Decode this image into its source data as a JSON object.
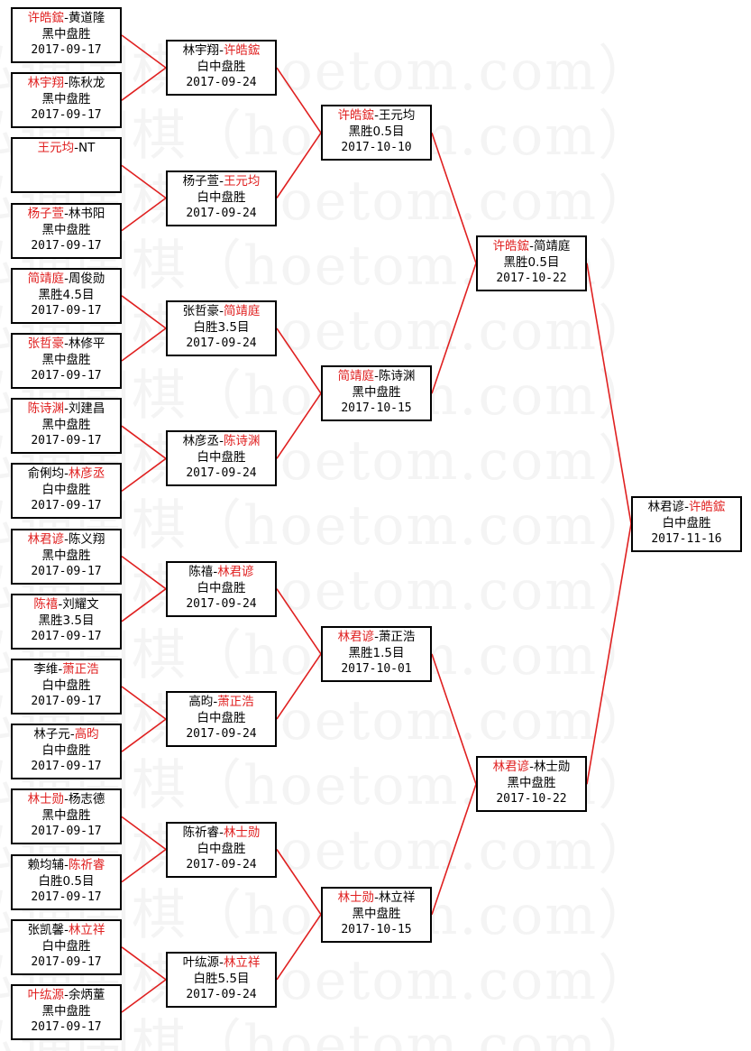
{
  "watermark": "弘通围棋（hoetom.com）",
  "colors": {
    "winner": "#e02020",
    "line": "#e02020",
    "border": "#000000"
  },
  "bracket": {
    "round1": [
      {
        "p1": "许皓鋐",
        "p2": "黄道隆",
        "winner": 1,
        "result": "黑中盘胜",
        "date": "2017-09-17"
      },
      {
        "p1": "林宇翔",
        "p2": "陈秋龙",
        "winner": 1,
        "result": "黑中盘胜",
        "date": "2017-09-17"
      },
      {
        "p1": "王元均",
        "p2": "NT",
        "winner": 1,
        "result": "",
        "date": ""
      },
      {
        "p1": "杨子萱",
        "p2": "林书阳",
        "winner": 1,
        "result": "黑中盘胜",
        "date": "2017-09-17"
      },
      {
        "p1": "简靖庭",
        "p2": "周俊勋",
        "winner": 1,
        "result": "黑胜4.5目",
        "date": "2017-09-17"
      },
      {
        "p1": "张哲豪",
        "p2": "林修平",
        "winner": 1,
        "result": "黑中盘胜",
        "date": "2017-09-17"
      },
      {
        "p1": "陈诗渊",
        "p2": "刘建昌",
        "winner": 1,
        "result": "黑中盘胜",
        "date": "2017-09-17"
      },
      {
        "p1": "俞俐均",
        "p2": "林彦丞",
        "winner": 2,
        "result": "白中盘胜",
        "date": "2017-09-17"
      },
      {
        "p1": "林君谚",
        "p2": "陈义翔",
        "winner": 1,
        "result": "黑中盘胜",
        "date": "2017-09-17"
      },
      {
        "p1": "陈禧",
        "p2": "刘耀文",
        "winner": 1,
        "result": "黑胜3.5目",
        "date": "2017-09-17"
      },
      {
        "p1": "李维",
        "p2": "萧正浩",
        "winner": 2,
        "result": "白中盘胜",
        "date": "2017-09-17"
      },
      {
        "p1": "林子元",
        "p2": "高昀",
        "winner": 2,
        "result": "白中盘胜",
        "date": "2017-09-17"
      },
      {
        "p1": "林士勋",
        "p2": "杨志德",
        "winner": 1,
        "result": "黑中盘胜",
        "date": "2017-09-17"
      },
      {
        "p1": "赖均辅",
        "p2": "陈祈睿",
        "winner": 2,
        "result": "白胜0.5目",
        "date": "2017-09-17"
      },
      {
        "p1": "张凯馨",
        "p2": "林立祥",
        "winner": 2,
        "result": "白中盘胜",
        "date": "2017-09-17"
      },
      {
        "p1": "叶纮源",
        "p2": "余炳蕫",
        "winner": 1,
        "result": "黑中盘胜",
        "date": "2017-09-17"
      }
    ],
    "round2": [
      {
        "p1": "林宇翔",
        "p2": "许皓鋐",
        "winner": 2,
        "result": "白中盘胜",
        "date": "2017-09-24"
      },
      {
        "p1": "杨子萱",
        "p2": "王元均",
        "winner": 2,
        "result": "白中盘胜",
        "date": "2017-09-24"
      },
      {
        "p1": "张哲豪",
        "p2": "简靖庭",
        "winner": 2,
        "result": "白胜3.5目",
        "date": "2017-09-24"
      },
      {
        "p1": "林彦丞",
        "p2": "陈诗渊",
        "winner": 2,
        "result": "白中盘胜",
        "date": "2017-09-24"
      },
      {
        "p1": "陈禧",
        "p2": "林君谚",
        "winner": 2,
        "result": "白中盘胜",
        "date": "2017-09-24"
      },
      {
        "p1": "高昀",
        "p2": "萧正浩",
        "winner": 2,
        "result": "白中盘胜",
        "date": "2017-09-24"
      },
      {
        "p1": "陈祈睿",
        "p2": "林士勋",
        "winner": 2,
        "result": "白中盘胜",
        "date": "2017-09-24"
      },
      {
        "p1": "叶纮源",
        "p2": "林立祥",
        "winner": 2,
        "result": "白胜5.5目",
        "date": "2017-09-24"
      }
    ],
    "round3": [
      {
        "p1": "许皓鋐",
        "p2": "王元均",
        "winner": 1,
        "result": "黑胜0.5目",
        "date": "2017-10-10"
      },
      {
        "p1": "简靖庭",
        "p2": "陈诗渊",
        "winner": 1,
        "result": "黑中盘胜",
        "date": "2017-10-15"
      },
      {
        "p1": "林君谚",
        "p2": "萧正浩",
        "winner": 1,
        "result": "黑胜1.5目",
        "date": "2017-10-01"
      },
      {
        "p1": "林士勋",
        "p2": "林立祥",
        "winner": 1,
        "result": "黑中盘胜",
        "date": "2017-10-15"
      }
    ],
    "round4": [
      {
        "p1": "许皓鋐",
        "p2": "简靖庭",
        "winner": 1,
        "result": "黑胜0.5目",
        "date": "2017-10-22"
      },
      {
        "p1": "林君谚",
        "p2": "林士勋",
        "winner": 1,
        "result": "黑中盘胜",
        "date": "2017-10-22"
      }
    ],
    "final": [
      {
        "p1": "林君谚",
        "p2": "许皓鋐",
        "winner": 2,
        "result": "白中盘胜",
        "date": "2017-11-16"
      }
    ]
  }
}
